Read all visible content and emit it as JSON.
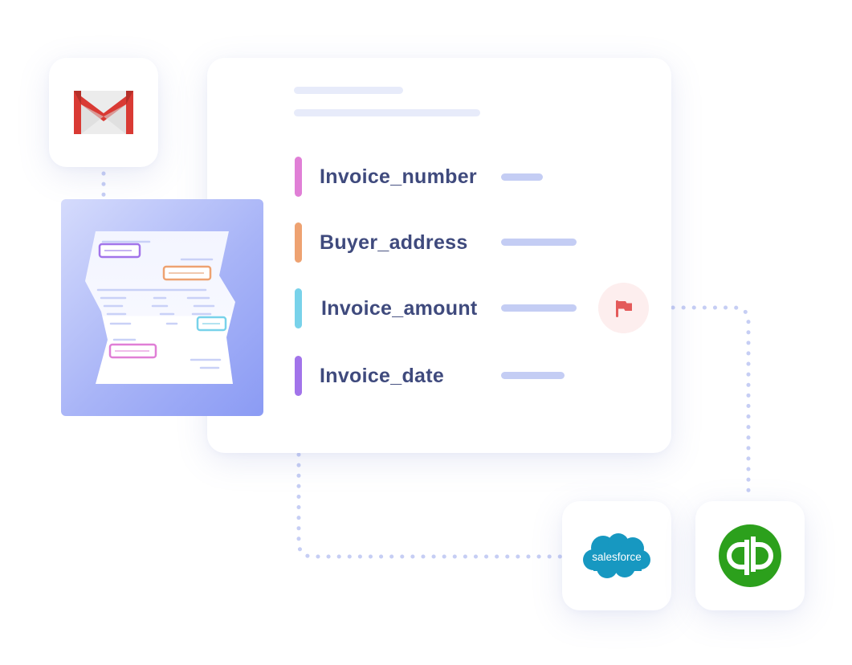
{
  "fields": [
    {
      "label": "Invoice_number",
      "color": "#e07fd6"
    },
    {
      "label": "Buyer_address",
      "color": "#eea271"
    },
    {
      "label": "Invoice_amount",
      "color": "#78d2ea"
    },
    {
      "label": "Invoice_date",
      "color": "#a274ea"
    }
  ],
  "source": {
    "name": "Gmail",
    "icon": "gmail-icon"
  },
  "integrations": [
    {
      "name": "salesforce",
      "icon": "salesforce-logo",
      "color": "#1798c1"
    },
    {
      "name": "QuickBooks",
      "icon": "quickbooks-logo",
      "color": "#2ca01c"
    }
  ],
  "flag": {
    "icon": "flag-icon",
    "color": "#e45a5a"
  },
  "document_box_colors": [
    "#a274ea",
    "#eea271",
    "#78d2ea",
    "#e07fd6"
  ]
}
